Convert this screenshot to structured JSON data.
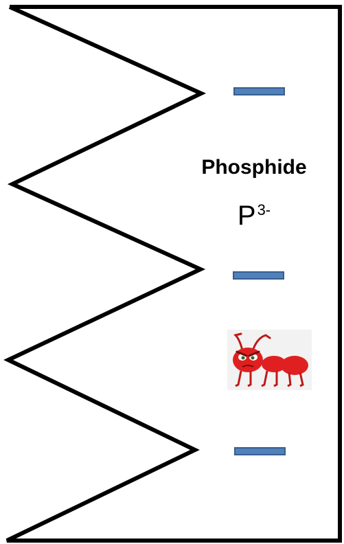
{
  "ion": {
    "name": "Phosphide",
    "symbol": "P",
    "charge": "3-"
  },
  "colors": {
    "outline": "#000000",
    "dash_fill": "#4f81bd",
    "dash_border": "#385d8a",
    "ant_red": "#e02020"
  },
  "icons": {
    "mascot": "angry-ant-icon"
  }
}
